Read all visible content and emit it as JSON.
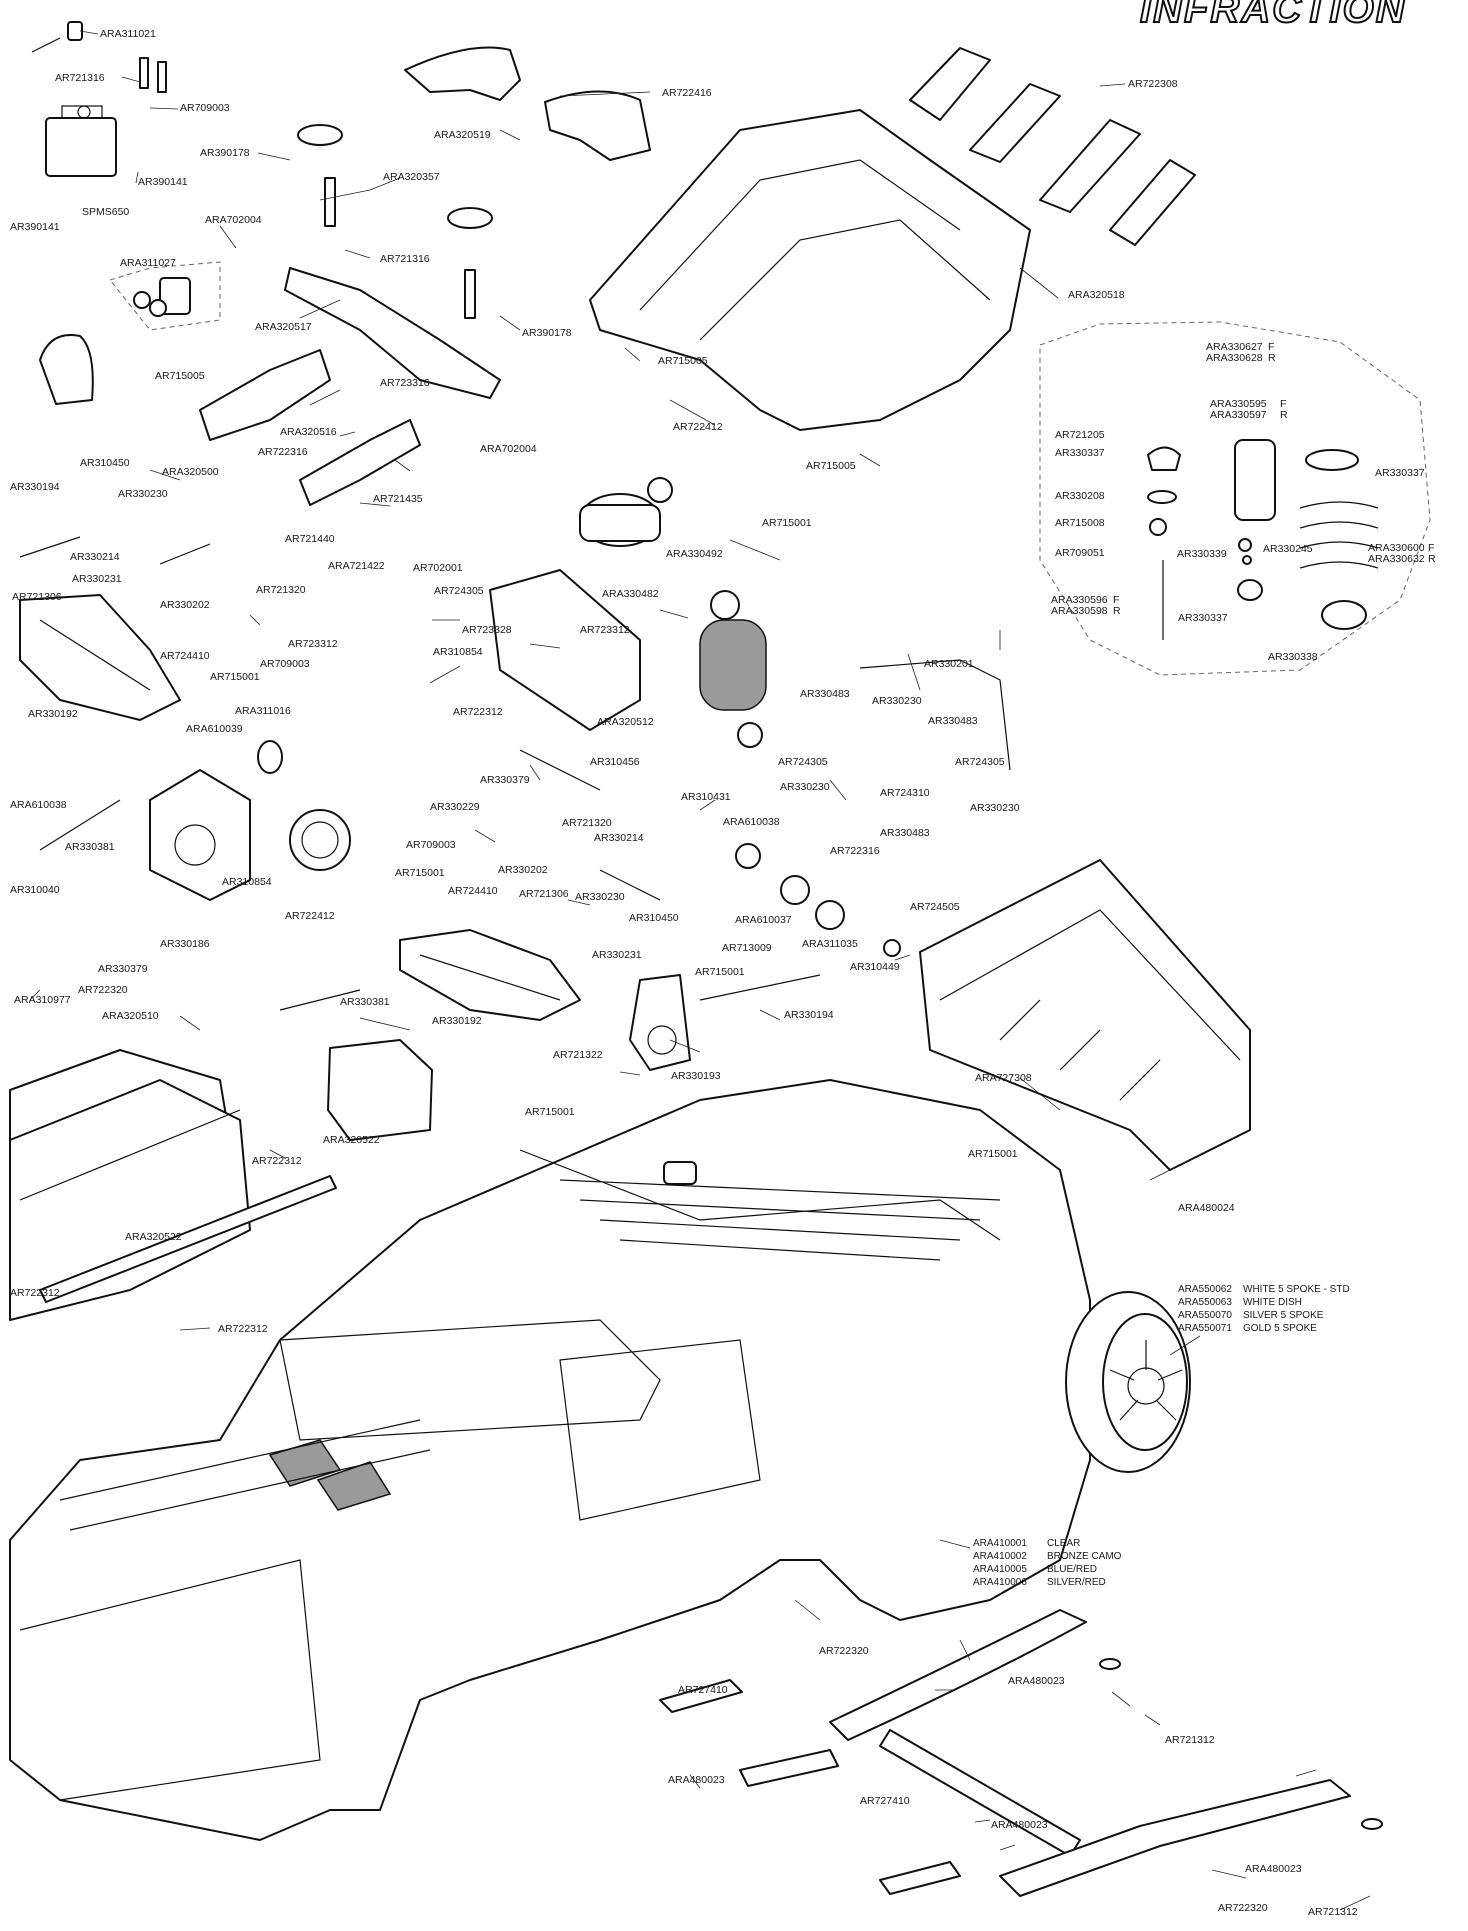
{
  "brand": {
    "logo_text": "INFRACTION"
  },
  "parts": {
    "a1": "ARA311021",
    "a2": "AR721316",
    "a3": "AR709003",
    "a4": "AR390178",
    "a5": "AR390141",
    "a6": "SPMS650",
    "a7": "AR390141",
    "a8": "ARA702004",
    "a9": "ARA311027",
    "a10": "ARA320519",
    "a11": "AR722416",
    "a12": "AR722308",
    "a13": "ARA320357",
    "a14": "AR721316",
    "a15": "ARA320517",
    "a16": "AR390178",
    "a17": "AR715005",
    "a18": "ARA320518",
    "a19": "AR715005",
    "a20": "AR723316",
    "a21": "ARA320516",
    "a22": "ARA702004",
    "a23": "AR722412",
    "a24": "AR715005",
    "a25": "AR310450",
    "a26": "ARA320500",
    "a27": "AR722316",
    "a28": "AR330194",
    "a29": "AR330230",
    "a30": "AR721435",
    "a31": "AR721440",
    "a32": "AR330214",
    "a33": "ARA721422",
    "a34": "AR702001",
    "a35": "AR330231",
    "a36": "AR721320",
    "a37": "AR721306",
    "a38": "AR330202",
    "a39": "AR724305",
    "a40": "AR724410",
    "a41": "AR709003",
    "a42": "AR715001",
    "a43": "AR723312",
    "a44": "AR330192",
    "a45": "ARA330492",
    "a46": "ARA330482",
    "a47": "AR723312",
    "a48": "AR715001",
    "a49": "AR723328",
    "a50": "AR310854",
    "a51": "ARA311016",
    "a52": "AR722312",
    "a53": "ARA610039",
    "a54": "ARA320512",
    "a55": "AR310456",
    "a56": "AR330379",
    "a57": "ARA610038",
    "a58": "AR330229",
    "a59": "AR330381",
    "a60": "AR721320",
    "a61": "AR709003",
    "a62": "AR330214",
    "a63": "AR330202",
    "a64": "AR310854",
    "a65": "AR715001",
    "a66": "AR724410",
    "a67": "AR721306",
    "a68": "AR310431",
    "a69": "ARA610038",
    "a70": "AR330230",
    "a71": "AR310450",
    "a72": "AR310040",
    "a73": "AR722412",
    "a74": "AR330186",
    "a75": "AR330231",
    "a76": "ARA610037",
    "a77": "AR713009",
    "a78": "ARA311035",
    "a79": "AR330379",
    "a80": "AR722320",
    "a81": "ARA310977",
    "a82": "AR330192",
    "a83": "AR715001",
    "a84": "AR310449",
    "a85": "ARA320510",
    "a86": "AR330381",
    "a87": "AR721322",
    "a88": "AR330193",
    "a89": "AR330194",
    "a90": "AR715001",
    "a91": "AR722312",
    "a92": "ARA320522",
    "a93": "ARA320522",
    "a94": "ARA727308",
    "a95": "AR715001",
    "a96": "ARA480024",
    "a97": "AR722312",
    "a98": "AR722312",
    "a99": "AR330483",
    "a100": "AR330230",
    "a101": "AR330483",
    "a102": "AR724305",
    "a103": "AR724305",
    "a104": "AR330230",
    "a105": "AR724310",
    "a106": "AR330230",
    "a107": "AR330483",
    "a108": "AR722316",
    "a109": "AR724505",
    "a110": "AR330201",
    "a111": "AR722320",
    "a112": "AR727410",
    "a113": "ARA480023",
    "a114": "ARA480023",
    "a115": "AR721312",
    "a116": "AR727410",
    "a117": "ARA480023",
    "a118": "ARA480023",
    "a119": "AR722320",
    "a120": "AR721312"
  },
  "shock_detail": {
    "top_code_f": "ARA330627",
    "top_code_f_suffix": "F",
    "top_code_r": "ARA330628",
    "top_code_r_suffix": "R",
    "body_code_f": "ARA330595",
    "body_code_f_suffix": "F",
    "body_code_r": "ARA330597",
    "body_code_r_suffix": "R",
    "labels": {
      "s1": "AR721205",
      "s2": "AR330337",
      "s3": "AR330208",
      "s4": "AR715008",
      "s5": "AR709051",
      "s6": "AR330339",
      "s7": "AR330245",
      "s8": "AR330337",
      "s9": "AR330337",
      "s10": "AR330338"
    },
    "spring_code_f": "ARA330600",
    "spring_code_f_suffix": "F",
    "spring_code_r": "ARA330632",
    "spring_code_r_suffix": "R",
    "shaft_code_f": "ARA330596",
    "shaft_code_f_suffix": "F",
    "shaft_code_r": "ARA330598",
    "shaft_code_r_suffix": "R"
  },
  "wheel_options": [
    {
      "code": "ARA550062",
      "desc": "WHITE 5 SPOKE - STD"
    },
    {
      "code": "ARA550063",
      "desc": "WHITE DISH"
    },
    {
      "code": "ARA550070",
      "desc": "SILVER 5 SPOKE"
    },
    {
      "code": "ARA550071",
      "desc": "GOLD 5 SPOKE"
    }
  ],
  "body_options": [
    {
      "code": "ARA410001",
      "desc": "CLEAR"
    },
    {
      "code": "ARA410002",
      "desc": "BRONZE CAMO"
    },
    {
      "code": "ARA410005",
      "desc": "BLUE/RED"
    },
    {
      "code": "ARA410006",
      "desc": "SILVER/RED"
    }
  ]
}
